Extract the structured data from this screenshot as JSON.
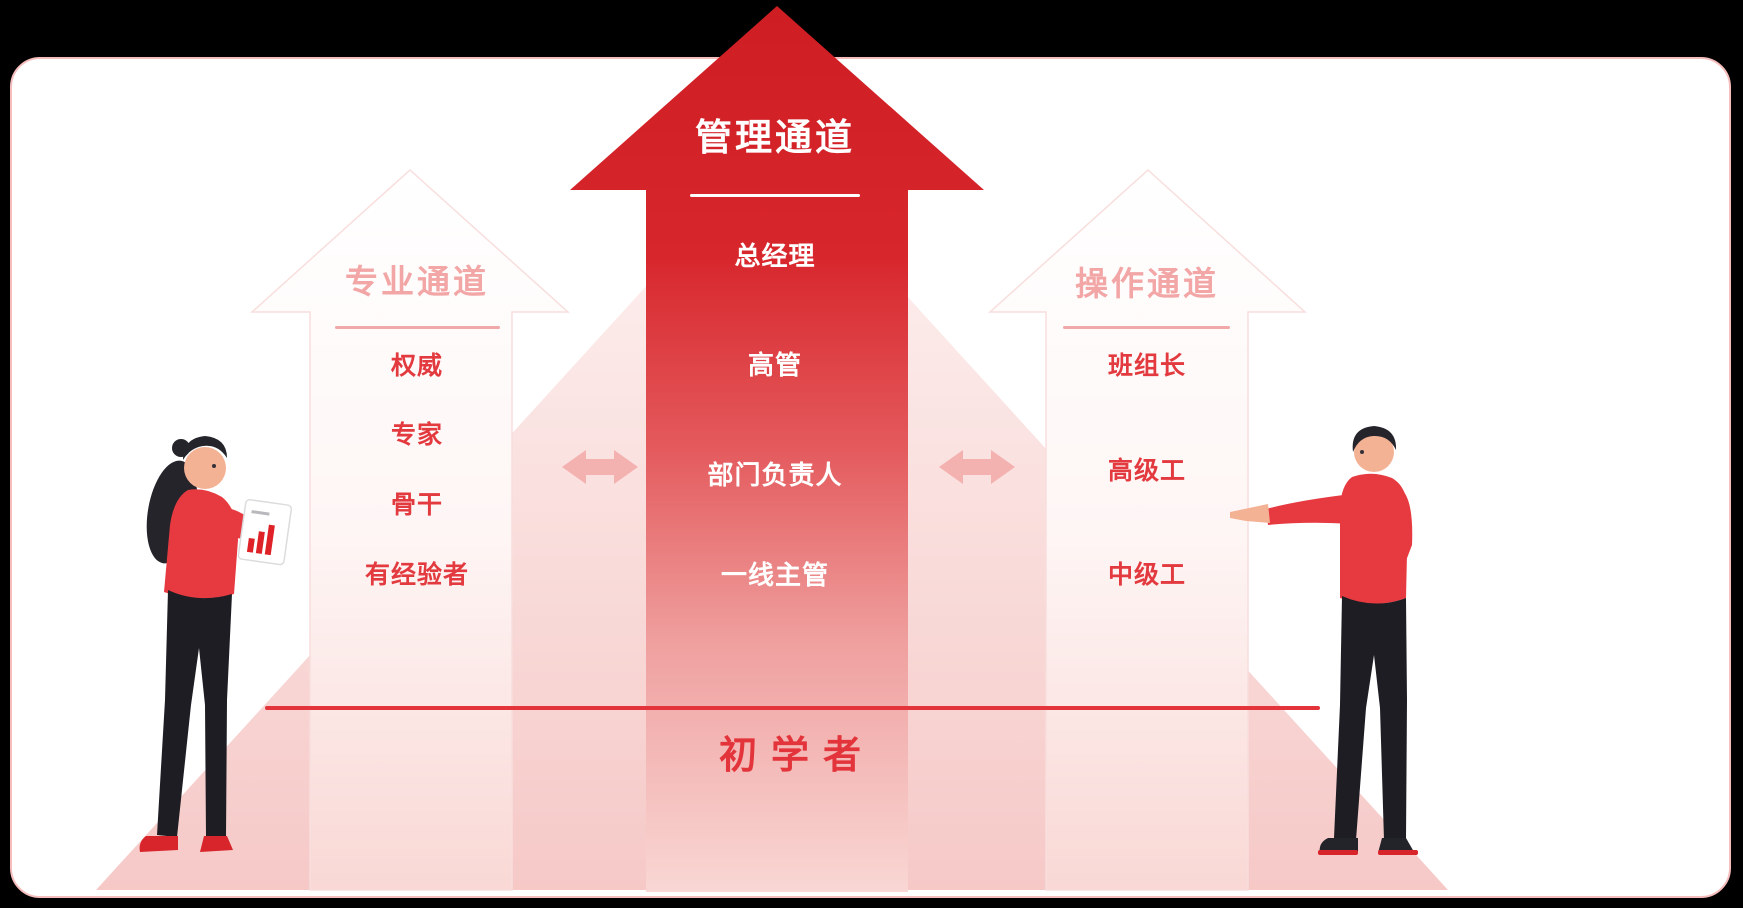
{
  "poster": {
    "description": "career-development-three-channels-diagram",
    "background_color": "#000000",
    "card_border_color": "#f6bdbd",
    "accent_red": "#d7262c",
    "item_red": "#e23a3f",
    "pink_title": "#f2a6a6",
    "light_pink": "#f9d7d4"
  },
  "channels": {
    "center": {
      "title": "管理通道",
      "items": [
        "总经理",
        "高管",
        "部门负责人",
        "一线主管"
      ]
    },
    "left": {
      "title": "专业通道",
      "items": [
        "权威",
        "专家",
        "骨干",
        "有经验者"
      ]
    },
    "right": {
      "title": "操作通道",
      "items": [
        "班组长",
        "高级工",
        "中级工"
      ]
    }
  },
  "footer": {
    "label": "初学者"
  },
  "icons": {
    "left_exchange": "double-headed-arrow",
    "right_exchange": "double-headed-arrow"
  },
  "illustrations": {
    "left": "woman-with-tablet",
    "right": "man-pointing"
  }
}
